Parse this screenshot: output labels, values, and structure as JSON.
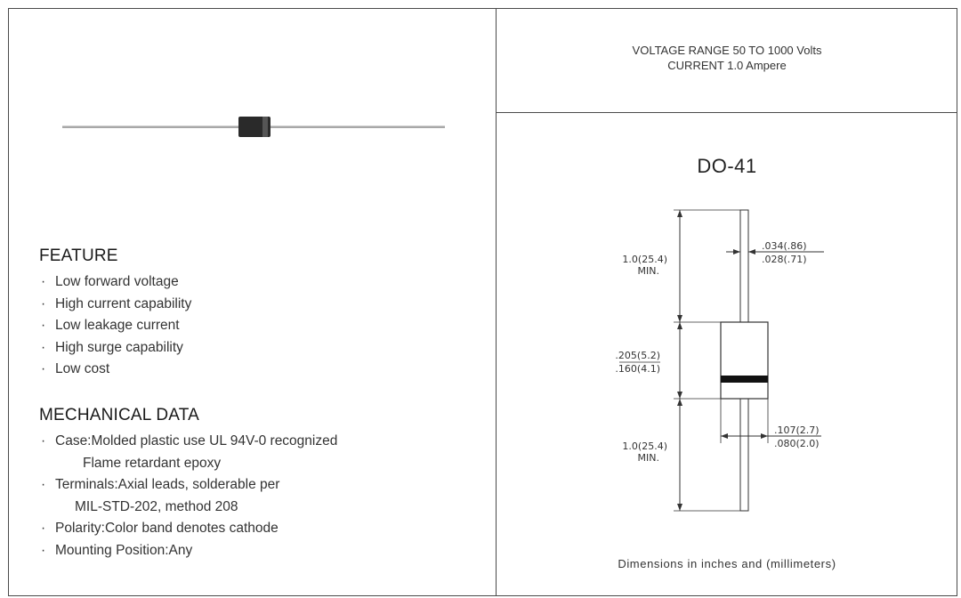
{
  "spec": {
    "line1": "VOLTAGE  RANGE 50  TO 1000 Volts",
    "line2": "CURRENT 1.0 Ampere"
  },
  "package": {
    "title": "DO-41",
    "lead_length": "1.0(25.4)",
    "lead_length_note": "MIN.",
    "lead_dia_max": ".034(.86)",
    "lead_dia_min": ".028(.71)",
    "body_length_max": ".205(5.2)",
    "body_length_min": ".160(4.1)",
    "body_dia_max": ".107(2.7)",
    "body_dia_min": ".080(2.0)",
    "lead_length_2": "1.0(25.4)",
    "lead_length_note_2": "MIN.",
    "note": "Dimensions in inches and (millimeters)"
  },
  "feature": {
    "title": "FEATURE",
    "bullet": "·",
    "items": [
      "Low forward voltage",
      "High current capability",
      "Low leakage current",
      "High surge capability",
      "Low cost"
    ]
  },
  "mechanical": {
    "title": "MECHANICAL DATA",
    "bullet": "·",
    "case_label": "Case:Molded plastic use UL 94V-0 recognized",
    "case_cont": "Flame retardant epoxy",
    "terminals_label": "Terminals:Axial leads, solderable per",
    "terminals_cont": "MIL-STD-202, method 208",
    "polarity": "Polarity:Color band denotes cathode",
    "mounting": "Mounting Position:Any"
  },
  "colors": {
    "border": "#4a4a4a",
    "body": "#2b2b2b",
    "band": "#111111",
    "lead": "#9a9a9a"
  }
}
